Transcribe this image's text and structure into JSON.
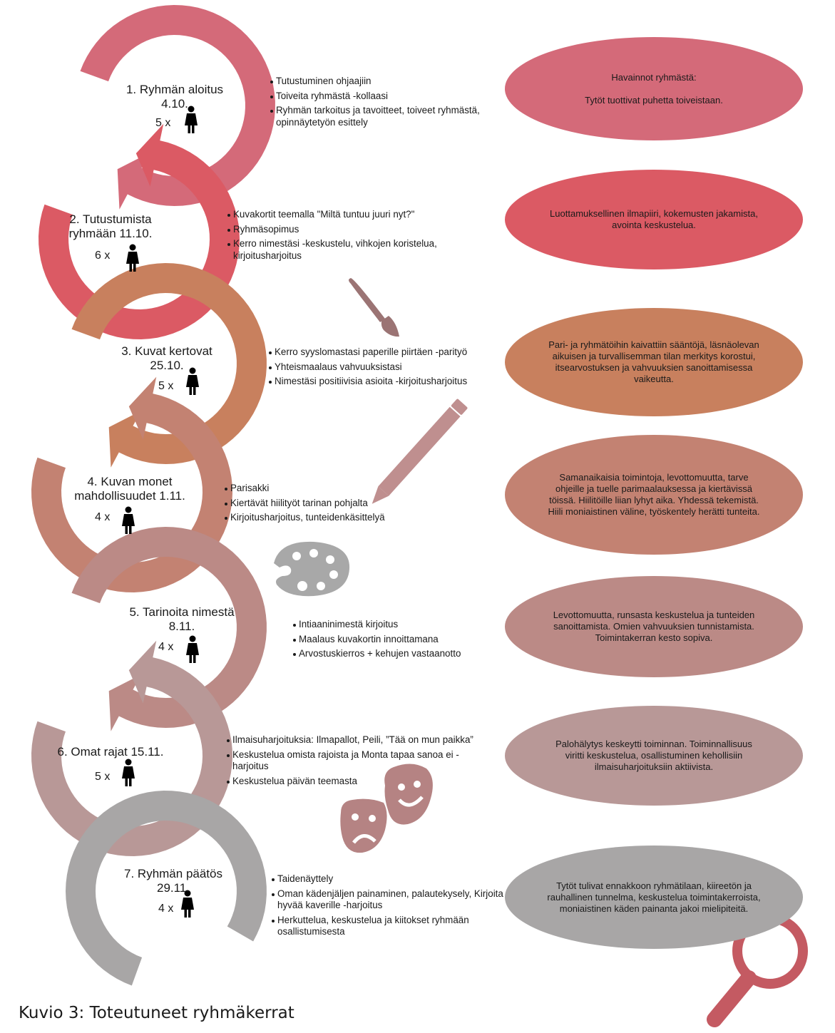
{
  "sessions": [
    {
      "title": "1. Ryhmän aloitus\n4.10.",
      "count": "5 x",
      "activities": [
        "Tutustuminen ohjaajiin",
        "Toiveita ryhmästä -kollaasi",
        "Ryhmän tarkoitus ja tavoitteet, toiveet ryhmästä, opinnäytetyön esittely"
      ],
      "observation": "Havainnot ryhmästä:\n\nTytöt tuottivat puhetta toiveistaan.",
      "color": "#d46a79"
    },
    {
      "title": "2. Tutustumista\nryhmään 11.10.",
      "count": "6 x",
      "activities": [
        "Kuvakortit teemalla \"Miltä tuntuu juuri nyt?\"",
        "Ryhmäsopimus",
        "Kerro nimestäsi -keskustelu, vihkojen koristelua, kirjoitusharjoitus"
      ],
      "observation": "Luottamuksellinen ilmapiiri, kokemusten jakamista, avointa keskustelua.",
      "color": "#db5a64"
    },
    {
      "title": "3. Kuvat kertovat\n25.10.",
      "count": "5 x",
      "activities": [
        "Kerro syyslomastasi paperille piirtäen -parityö",
        "Yhteismaalaus vahvuuksistasi",
        "Nimestäsi positiivisia asioita -kirjoitusharjoitus"
      ],
      "observation": "Pari- ja ryhmätöihin kaivattiin sääntöjä, läsnäolevan aikuisen ja turvallisemman tilan merkitys korostui, itsearvostuksen ja vahvuuksien sanoittamisessa vaikeutta.",
      "color": "#c8805e"
    },
    {
      "title": "4. Kuvan monet\nmahdollisuudet 1.11.",
      "count": "4 x",
      "activities": [
        "Parisakki",
        "Kiertävät hiilityöt tarinan pohjalta",
        "Kirjoitusharjoitus, tunteidenkäsittelyä"
      ],
      "observation": "Samanaikaisia toimintoja, levottomuutta, tarve ohjeille ja tuelle parimaalauksessa ja kiertävissä töissä. Hiilitöille liian lyhyt aika. Yhdessä tekemistä. Hiili moniaistinen väline, työskentely herätti tunteita.",
      "color": "#c38272"
    },
    {
      "title": "5. Tarinoita nimestä\n8.11.",
      "count": "4 x",
      "activities": [
        "Intiaaninimestä kirjoitus",
        "Maalaus kuvakortin innoittamana",
        "Arvostuskierros + kehujen vastaanotto"
      ],
      "observation": "Levottomuutta, runsasta keskustelua ja tunteiden sanoittamista. Omien vahvuuksien tunnistamista. Toimintakerran kesto sopiva.",
      "color": "#bb8a86"
    },
    {
      "title": "6. Omat rajat 15.11.",
      "count": "5 x",
      "activities": [
        "Ilmaisuharjoituksia: Ilmapallot, Peili, ”Tää on mun paikka”",
        "Keskustelua omista rajoista ja Monta tapaa sanoa ei -harjoitus",
        "Keskustelua päivän teemasta"
      ],
      "observation": "Palohälytys keskeytti toiminnan. Toiminnallisuus viritti keskustelua, osallistuminen kehollisiin ilmaisuharjoituksiin aktiivista.",
      "color": "#b89897"
    },
    {
      "title": "7. Ryhmän päätös\n29.11.",
      "count": "4 x",
      "activities": [
        "Taidenäyttely",
        "Oman kädenjäljen painaminen, palautekysely, Kirjoita hyvää kaverille -harjoitus",
        "Herkuttelua, keskustelua ja kiitokset ryhmään osallistumisesta"
      ],
      "observation": "Tytöt tulivat ennakkoon ryhmätilaan, kiireetön ja rauhallinen tunnelma, keskustelua toimintakerroista, moniaistinen käden painanta jakoi mielipiteitä.",
      "color": "#a8a6a6"
    }
  ],
  "caption": "Kuvio 3: Toteutuneet ryhmäkerrat",
  "icons": [
    "paintbrush-icon",
    "pencil-icon",
    "palette-icon",
    "theater-masks-icon",
    "magnifier-icon",
    "person-icon"
  ],
  "colors": {
    "brush": "#9b7474",
    "pencil": "#bf8f8f",
    "palette": "#a8a8a8",
    "masks": "#b58383",
    "magnifier": "#c45a62",
    "person": "#000000"
  }
}
